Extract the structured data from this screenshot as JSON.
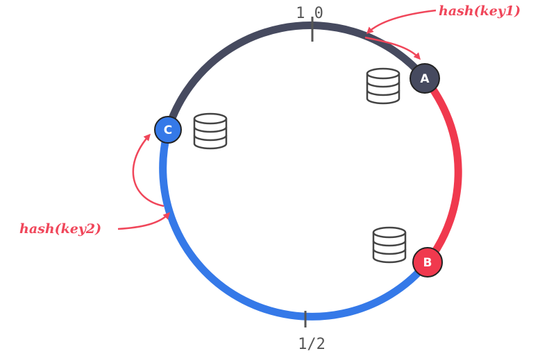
{
  "ring": {
    "top_label": "1 0",
    "bottom_label": "1/2"
  },
  "nodes": [
    {
      "id": "A",
      "label": "A",
      "color": "#464a5f"
    },
    {
      "id": "B",
      "label": "B",
      "color": "#f0394e"
    },
    {
      "id": "C",
      "label": "C",
      "color": "#3579e8"
    }
  ],
  "arcs": {
    "dark": "#464a5f",
    "red": "#f0394e",
    "blue": "#3579e8"
  },
  "keys": [
    {
      "label": "hash(key1)",
      "color": "#f0465a"
    },
    {
      "label": "hash(key2)",
      "color": "#f0465a"
    }
  ],
  "icons": {
    "server": "database-icon"
  }
}
